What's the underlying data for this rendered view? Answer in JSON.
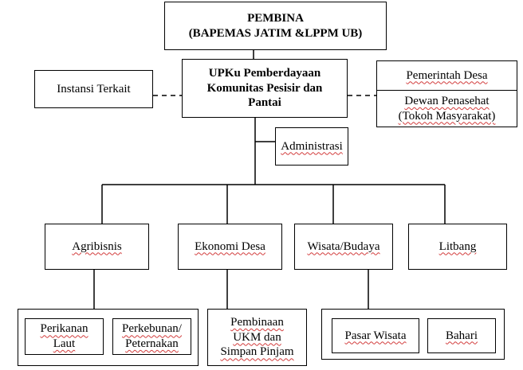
{
  "pembina": {
    "title": "PEMBINA",
    "subtitle": "(BAPEMAS JATIM &LPPM UB)"
  },
  "upk": {
    "label": "UPKu Pemberdayaan\nKomunitas Pesisir dan\nPantai"
  },
  "instansi": {
    "label": "Instansi Terkait"
  },
  "pemerintah": {
    "label": "Pemerintah Desa"
  },
  "dewan": {
    "label": "Dewan Penasehat\n(Tokoh Masyarakat)"
  },
  "administrasi": {
    "label": "Administrasi"
  },
  "divisions": [
    {
      "label": "Agribisnis"
    },
    {
      "label": "Ekonomi Desa"
    },
    {
      "label": "Wisata/Budaya"
    },
    {
      "label": "Litbang"
    }
  ],
  "sub": {
    "agribisnis": [
      {
        "label": "Perikanan\nLaut"
      },
      {
        "label": "Perkebunan/\nPeternakan"
      }
    ],
    "ekonomi": {
      "label": "Pembinaan\nUKM dan\nSimpan Pinjam"
    },
    "wisata": [
      {
        "label": "Pasar Wisata"
      },
      {
        "label": "Bahari"
      }
    ]
  }
}
